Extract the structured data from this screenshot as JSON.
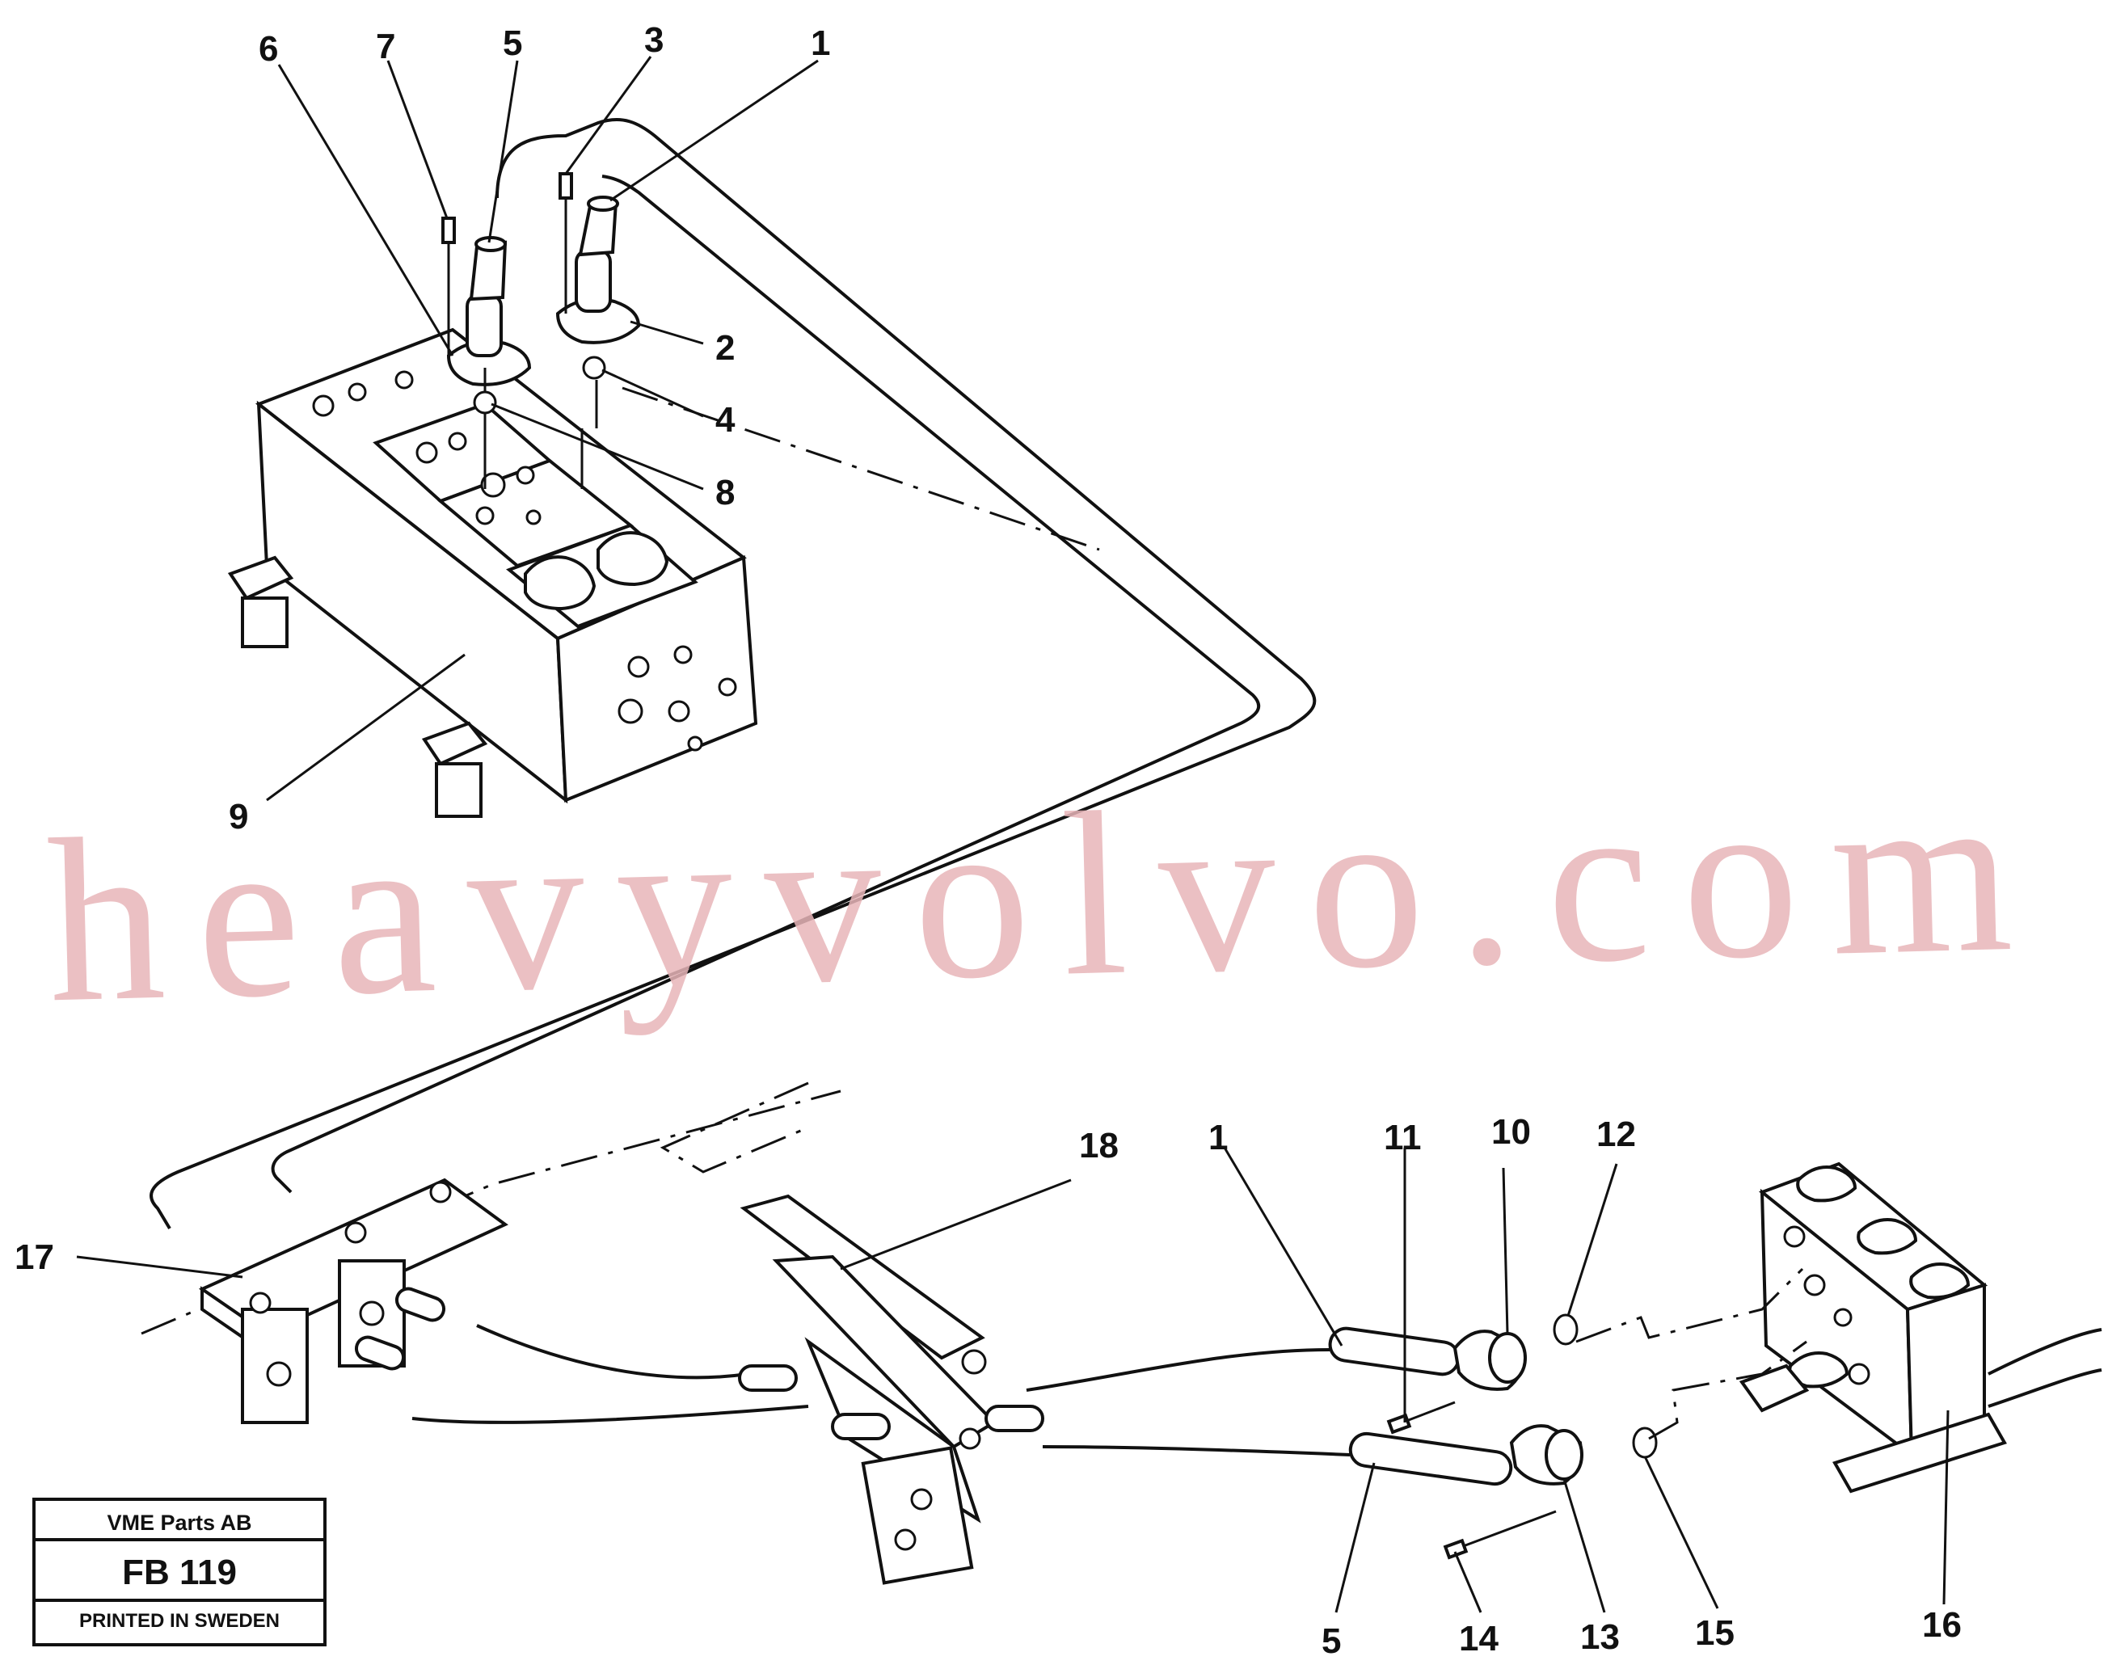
{
  "callouts": [
    "1",
    "2",
    "3",
    "4",
    "5",
    "6",
    "7",
    "8",
    "9",
    "10",
    "11",
    "12",
    "13",
    "14",
    "15",
    "16",
    "17",
    "18"
  ],
  "lower_callouts": {
    "part_1": "1",
    "part_5": "5"
  },
  "watermark": "heavyvolvo.com",
  "title_block": {
    "company": "VME Parts AB",
    "code": "FB 119",
    "printed": "PRINTED IN SWEDEN"
  }
}
